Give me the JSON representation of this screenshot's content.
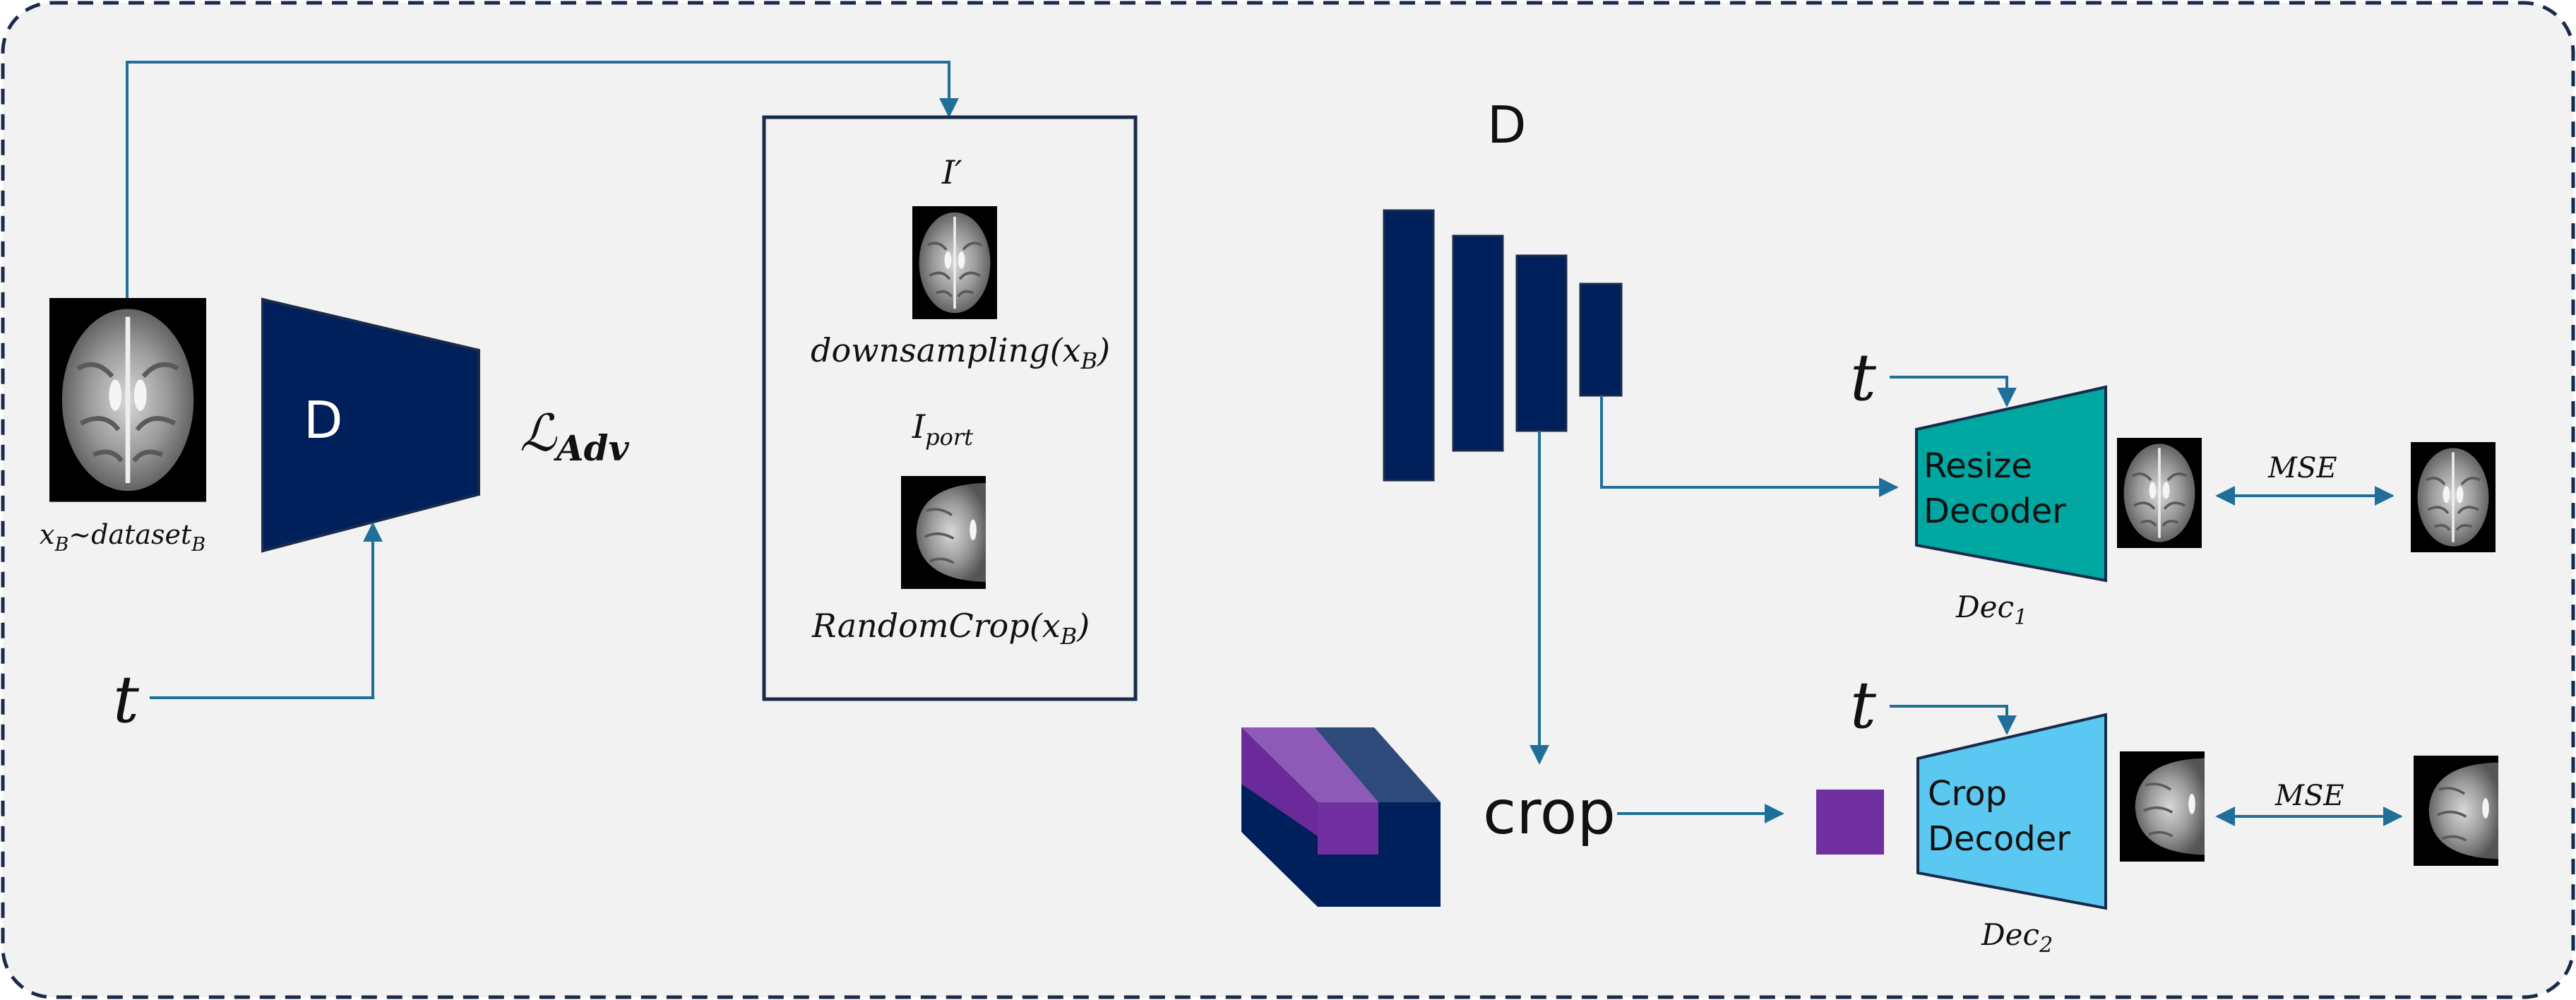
{
  "colors": {
    "navy": "#00205b",
    "teal": "#00a6a0",
    "light_blue": "#5ac8f0",
    "purple": "#7030a0",
    "arrow": "#1f6f9a",
    "panel": "#f2f2f2",
    "border": "#1a2b4a"
  },
  "left": {
    "input_caption_main": "x",
    "input_caption_sub": "B",
    "input_caption_tail": "~dataset",
    "input_caption_tail_sub": "B",
    "disc_label": "D",
    "loss_main": "ℒ",
    "loss_sub": "Adv",
    "t_label": "t"
  },
  "middle": {
    "i_prime": "I′",
    "downsampling_text": "downsampling(x",
    "downsampling_sub": "B",
    "downsampling_close": ")",
    "i_port_main": "I",
    "i_port_sub": "port",
    "randomcrop_text": "RandomCrop(x",
    "randomcrop_sub": "B",
    "randomcrop_close": ")"
  },
  "right": {
    "encoder_label": "D",
    "crop_label": "crop",
    "t_top": "t",
    "t_bottom": "t",
    "resize_decoder_line1": "Resize",
    "resize_decoder_line2": "Decoder",
    "crop_decoder_line1": "Crop",
    "crop_decoder_line2": "Decoder",
    "dec1_main": "Dec",
    "dec1_sub": "1",
    "dec2_main": "Dec",
    "dec2_sub": "2",
    "mse_top": "MSE",
    "mse_bottom": "MSE"
  }
}
